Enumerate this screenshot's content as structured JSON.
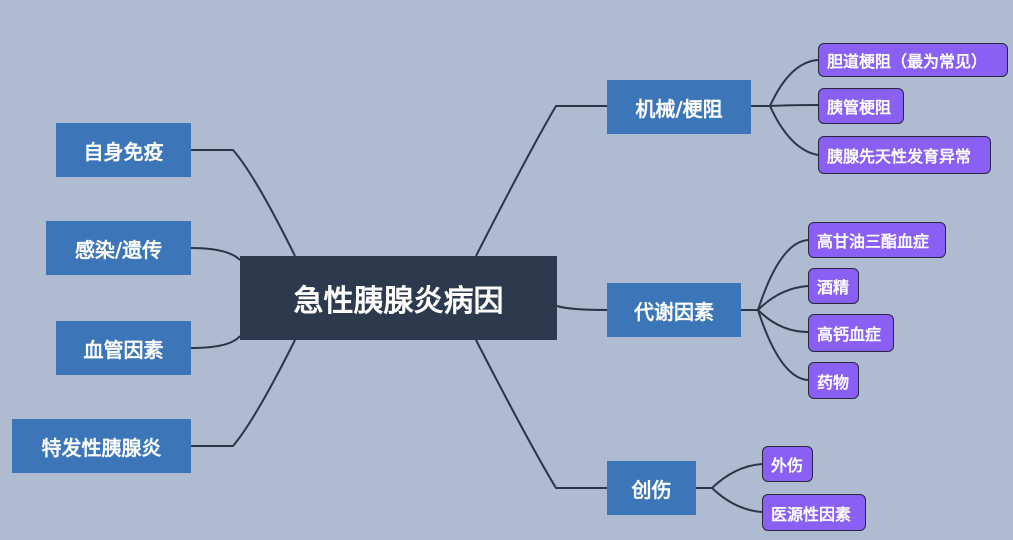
{
  "root": {
    "label": "急性胰腺炎病因"
  },
  "left_branches": [
    {
      "label": "自身免疫"
    },
    {
      "label": "感染/遗传"
    },
    {
      "label": "血管因素"
    },
    {
      "label": "特发性胰腺炎"
    }
  ],
  "right_branches": [
    {
      "label": "机械/梗阻",
      "children": [
        {
          "label": "胆道梗阻（最为常见）"
        },
        {
          "label": "胰管梗阻"
        },
        {
          "label": "胰腺先天性发育异常"
        }
      ]
    },
    {
      "label": "代谢因素",
      "children": [
        {
          "label": "高甘油三酯血症"
        },
        {
          "label": "酒精"
        },
        {
          "label": "高钙血症"
        },
        {
          "label": "药物"
        }
      ]
    },
    {
      "label": "创伤",
      "children": [
        {
          "label": "外伤"
        },
        {
          "label": "医源性因素"
        }
      ]
    }
  ],
  "colors": {
    "background": "#aebbd0",
    "root": "#2d3a4e",
    "branch": "#3c76b8",
    "leaf": "#8a5ff4",
    "connector": "#2c3646"
  }
}
